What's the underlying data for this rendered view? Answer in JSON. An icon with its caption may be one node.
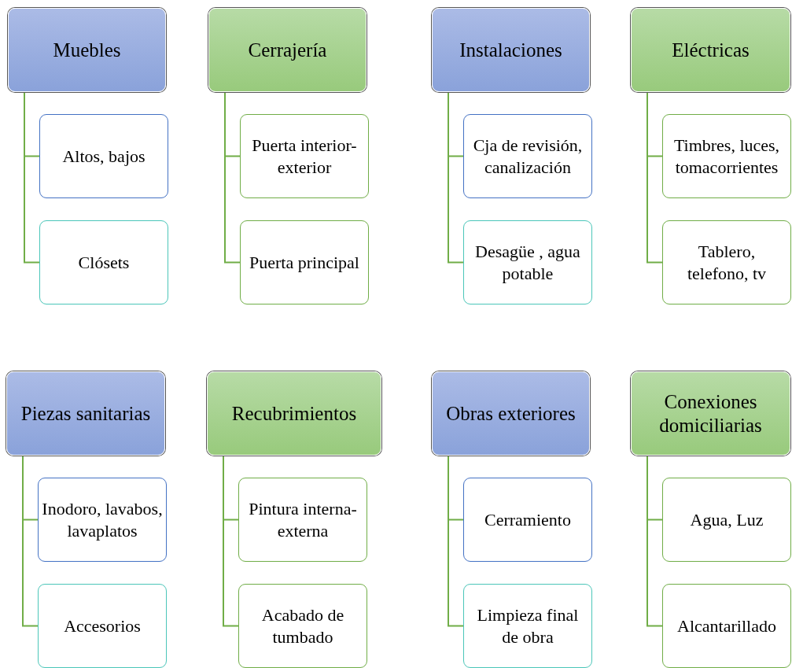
{
  "diagram": {
    "nodes": [
      {
        "text": [
          "Muebles"
        ]
      },
      {
        "text": [
          "Altos, bajos"
        ]
      },
      {
        "text": [
          "Clósets"
        ]
      },
      {
        "text": [
          "Cerrajería"
        ]
      },
      {
        "text": [
          "Puerta interior-exterior"
        ]
      },
      {
        "text": [
          "Puerta principal"
        ]
      },
      {
        "text": [
          "Instalaciones"
        ]
      },
      {
        "text": [
          "Cja de revisión, canalización"
        ]
      },
      {
        "text": [
          "Desagüe , agua potable"
        ]
      },
      {
        "text": [
          "Eléctricas"
        ]
      },
      {
        "text": [
          "Timbres, luces, tomacorrientes"
        ]
      },
      {
        "text": [
          "Tablero, telefono, tv"
        ]
      },
      {
        "text": [
          "Piezas sanitarias"
        ]
      },
      {
        "text": [
          "Inodoro, lavabos, lavaplatos"
        ]
      },
      {
        "text": [
          "Accesorios"
        ]
      },
      {
        "text": [
          "Recubrimientos"
        ]
      },
      {
        "text": [
          "Pintura interna-externa"
        ]
      },
      {
        "text": [
          "Acabado de tumbado"
        ]
      },
      {
        "text": [
          "Obras exteriores"
        ]
      },
      {
        "text": [
          "Cerramiento"
        ]
      },
      {
        "text": [
          "Limpieza final de obra"
        ]
      },
      {
        "text": [
          "Conexiones domiciliarias"
        ]
      },
      {
        "text": [
          "Agua, Luz"
        ]
      },
      {
        "text": [
          "Alcantarillado"
        ]
      }
    ],
    "edges": [
      {
        "from": 0,
        "to": 1,
        "arrow": "none"
      },
      {
        "from": 0,
        "to": 2,
        "arrow": "none"
      },
      {
        "from": 3,
        "to": 4,
        "arrow": "none"
      },
      {
        "from": 3,
        "to": 5,
        "arrow": "none"
      },
      {
        "from": 6,
        "to": 7,
        "arrow": "none"
      },
      {
        "from": 6,
        "to": 8,
        "arrow": "none"
      },
      {
        "from": 9,
        "to": 10,
        "arrow": "none"
      },
      {
        "from": 9,
        "to": 11,
        "arrow": "none"
      },
      {
        "from": 12,
        "to": 13,
        "arrow": "none"
      },
      {
        "from": 12,
        "to": 14,
        "arrow": "none"
      },
      {
        "from": 15,
        "to": 16,
        "arrow": "none"
      },
      {
        "from": 15,
        "to": 17,
        "arrow": "none"
      },
      {
        "from": 18,
        "to": 19,
        "arrow": "none"
      },
      {
        "from": 18,
        "to": 20,
        "arrow": "none"
      },
      {
        "from": 21,
        "to": 22,
        "arrow": "none"
      },
      {
        "from": 21,
        "to": 23,
        "arrow": "none"
      }
    ]
  }
}
